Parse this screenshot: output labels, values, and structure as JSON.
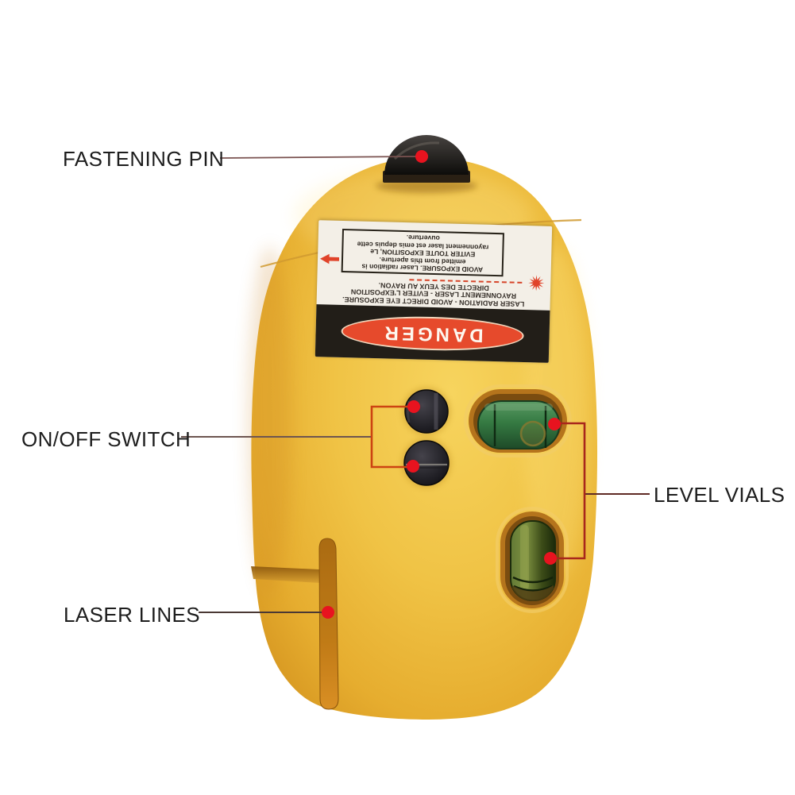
{
  "scene": {
    "description": "Yellow mouse-type laser level, rear view, annotated with part callouts",
    "background": "#ffffff"
  },
  "callouts": {
    "fastening_pin": "FASTENING PIN",
    "on_off_switch": "ON/OFF SWITCH",
    "level_vials": "LEVEL VIALS",
    "laser_lines": "LASER LINES"
  },
  "warning_label": {
    "orientation_deg": 180,
    "danger_badge": "DANGER",
    "warning_lines": [
      "LASER RADIATION - AVOID DIRECT EYE EXPOSURE.",
      "RAYONNEMENT LASER - EVITER L'EXPOSITION",
      "DIRECTE DES YEUX AU RAYON."
    ],
    "aperture_box_lines": [
      "AVOID EXPOSURE. Laser radiation is",
      "emitted from this aperture.",
      "EVITER TOUTE EXPOSITION, Le",
      "rayonnement laser est emis depuis cette",
      "ouverture."
    ],
    "icons": [
      "laser-starburst-icon",
      "direction-arrow-icon"
    ]
  },
  "colors": {
    "body_yellow": "#eec445",
    "accent_red": "#e8131f",
    "callout_bracket_orange": "#cc4412",
    "callout_bracket_dark_red": "#a8271c",
    "callout_line_gray": "#6d5550",
    "danger_red": "#e64a2c",
    "band_black": "#221e18",
    "vial_green": "#357a42",
    "sticker_white": "#f3efe7",
    "pin_black": "#1a1713",
    "label_text": "#1d1d1d"
  }
}
